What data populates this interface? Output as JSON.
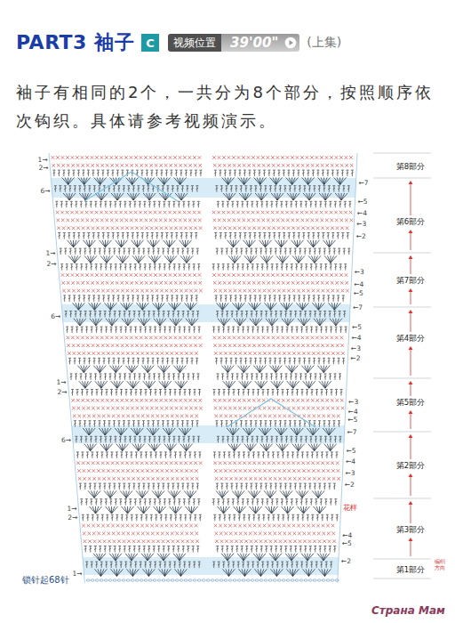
{
  "diagram": {
    "title": "PART3 袖子",
    "nodes": [
      {
        "text": [
          "C"
        ]
      },
      {
        "text": [
          "视频位置",
          "39'00\""
        ]
      }
    ],
    "labels": [
      "(上集)",
      "袖子有相同的2个，一共分为8个部分，按照顺序依 次钩织。具体请参考视频演示。",
      "1→",
      "2→",
      "第8部分",
      "←7",
      "6→",
      "←5",
      "第6部分",
      "←4",
      "←3",
      "←2",
      "1→",
      "2→",
      "←3",
      "第7部分",
      "←4",
      "←5",
      "←7",
      "6→",
      "←5",
      "第4部分",
      "←4",
      "←3",
      "←2",
      "1→",
      "2→",
      "←3",
      "第5部分",
      "←4",
      "←5",
      "←7",
      "6→",
      "←5",
      "←4",
      "第2部分",
      "←3",
      "←2",
      "花样",
      "1→",
      "2→",
      "第3部分",
      "←4",
      "←5",
      "←2",
      "第1部分",
      "编织方向",
      "1→",
      "锁针起68针",
      "Страна Мам"
    ]
  }
}
